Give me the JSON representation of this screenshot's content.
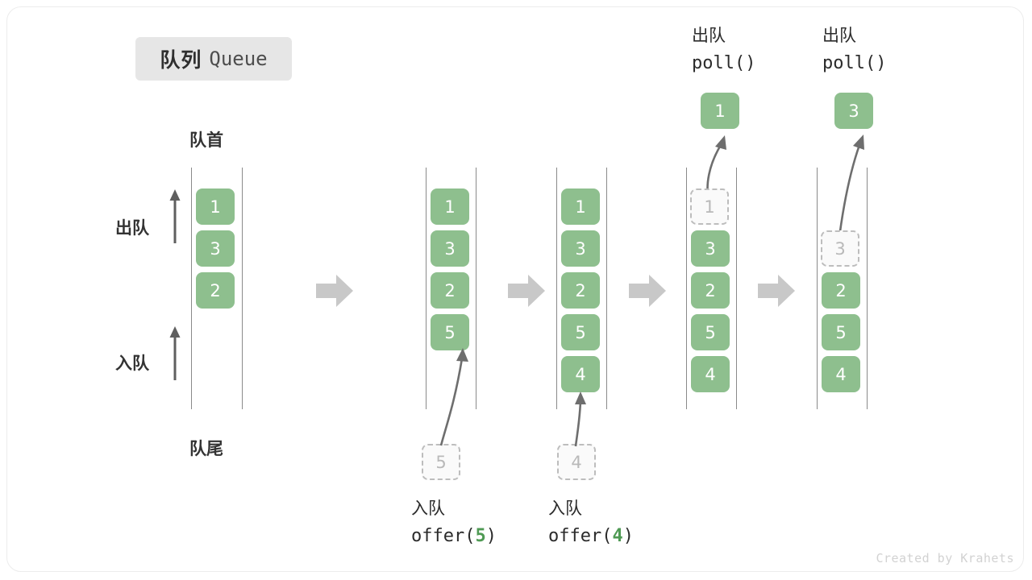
{
  "diagram": {
    "title_cn": "队列",
    "title_en": "Queue",
    "head_label": "队首",
    "tail_label": "队尾",
    "dequeue_label": "出队",
    "enqueue_label": "入队",
    "watermark": "Created by Krahets",
    "colors": {
      "box_green": "#8ebf8e",
      "ghost_border": "#bdbdbd",
      "ghost_text": "#b9b9b9",
      "rail": "#8a8a8a",
      "step_arrow": "#c8c8c8",
      "curve_arrow": "#6e6e6e",
      "badge_bg": "#e6e6e6",
      "accent_num": "#4f9a54"
    }
  },
  "stages": [
    {
      "id": "stage-1",
      "name": "initial-queue",
      "items": [
        "1",
        "3",
        "2"
      ],
      "ghost": null,
      "popped": null,
      "caption_line1": null,
      "caption_line2": null,
      "caption_arg": null
    },
    {
      "id": "stage-2",
      "name": "after-offer-5",
      "items": [
        "1",
        "3",
        "2",
        "5"
      ],
      "ghost": "5",
      "popped": null,
      "caption_line1": "入队",
      "caption_line2_pre": "offer(",
      "caption_arg": "5",
      "caption_line2_post": ")"
    },
    {
      "id": "stage-3",
      "name": "after-offer-4",
      "items": [
        "1",
        "3",
        "2",
        "5",
        "4"
      ],
      "ghost": "4",
      "popped": null,
      "caption_line1": "入队",
      "caption_line2_pre": "offer(",
      "caption_arg": "4",
      "caption_line2_post": ")"
    },
    {
      "id": "stage-4",
      "name": "after-poll-1",
      "items": [
        "3",
        "2",
        "5",
        "4"
      ],
      "ghost": "1",
      "popped": "1",
      "caption_line1": "出队",
      "caption_line2_pre": "poll(",
      "caption_arg": "",
      "caption_line2_post": ")"
    },
    {
      "id": "stage-5",
      "name": "after-poll-3",
      "items": [
        "2",
        "5",
        "4"
      ],
      "ghost": "3",
      "popped": "3",
      "caption_line1": "出队",
      "caption_line2_pre": "poll(",
      "caption_arg": "",
      "caption_line2_post": ")"
    }
  ],
  "stage_arrows": [
    {
      "name": "step-arrow-1"
    },
    {
      "name": "step-arrow-2"
    },
    {
      "name": "step-arrow-3"
    },
    {
      "name": "step-arrow-4"
    }
  ]
}
